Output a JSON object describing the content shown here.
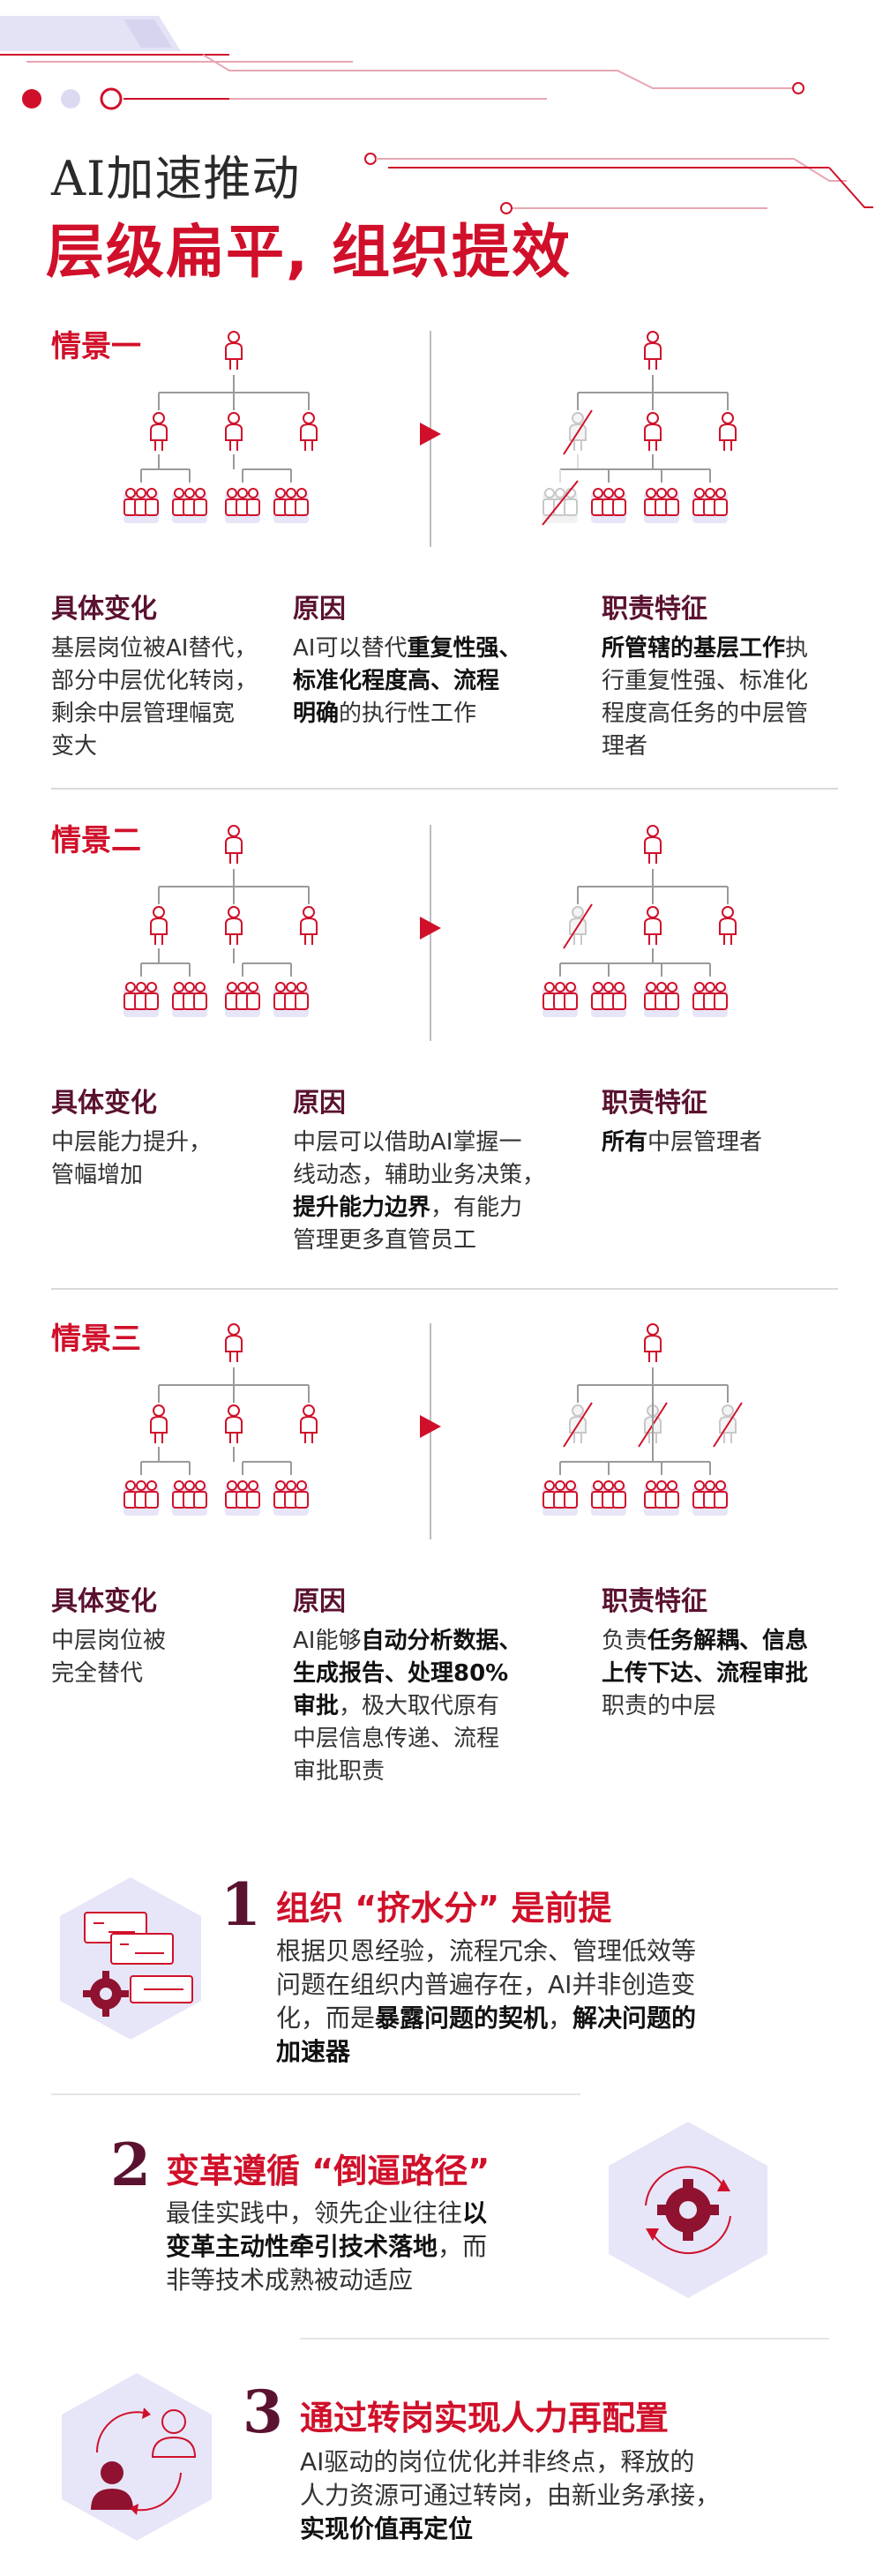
{
  "title": {
    "line1": "AI加速推动",
    "line2": "层级扁平, 组织提效"
  },
  "labels": {
    "change": "具体变化",
    "reason": "原因",
    "duty": "职责特征"
  },
  "scenes": [
    {
      "label": "情景一",
      "change": [
        "基层岗位被AI替代，",
        "部分中层优化转岗，",
        "剩余中层管理幅宽",
        "变大"
      ],
      "reason": [
        [
          {
            "t": "AI可以替代"
          },
          {
            "t": "重复性强、",
            "b": true
          }
        ],
        [
          {
            "t": "标准化程度高、流程",
            "b": true
          }
        ],
        [
          {
            "t": "明确",
            "b": true
          },
          {
            "t": "的执行性工作"
          }
        ]
      ],
      "duty": [
        [
          {
            "t": "所管辖的基层工作",
            "b": true
          },
          {
            "t": "执"
          }
        ],
        [
          {
            "t": "行重复性强、标准化"
          }
        ],
        [
          {
            "t": "程度高任务的中层管"
          }
        ],
        [
          {
            "t": "理者"
          }
        ]
      ]
    },
    {
      "label": "情景二",
      "change": [
        "中层能力提升，",
        "管幅增加"
      ],
      "reason": [
        [
          {
            "t": "中层可以借助AI掌握一"
          }
        ],
        [
          {
            "t": "线动态，辅助业务决策，"
          }
        ],
        [
          {
            "t": "提升能力边界",
            "b": true
          },
          {
            "t": "，有能力"
          }
        ],
        [
          {
            "t": "管理更多直管员工"
          }
        ]
      ],
      "duty": [
        [
          {
            "t": "所有",
            "b": true
          },
          {
            "t": "中层管理者"
          }
        ]
      ]
    },
    {
      "label": "情景三",
      "change": [
        "中层岗位被",
        "完全替代"
      ],
      "reason": [
        [
          {
            "t": "AI能够"
          },
          {
            "t": "自动分析数据、",
            "b": true
          }
        ],
        [
          {
            "t": "生成报告、处理80%",
            "b": true
          }
        ],
        [
          {
            "t": "审批",
            "b": true
          },
          {
            "t": "，极大取代原有"
          }
        ],
        [
          {
            "t": "中层信息传递、流程"
          }
        ],
        [
          {
            "t": "审批职责"
          }
        ]
      ],
      "duty": [
        [
          {
            "t": "负责"
          },
          {
            "t": "任务解耦、信息",
            "b": true
          }
        ],
        [
          {
            "t": "上传下达、流程审批",
            "b": true
          }
        ],
        [
          {
            "t": "职责的中层"
          }
        ]
      ]
    }
  ],
  "sections": [
    {
      "num": "1",
      "head": "组织 “挤水分” 是前提",
      "lines": [
        [
          {
            "t": "根据贝恩经验，流程冗余、管理低效等"
          }
        ],
        [
          {
            "t": "问题在组织内普遍存在，AI并非创造变"
          }
        ],
        [
          {
            "t": "化，而是"
          },
          {
            "t": "暴露问题的契机",
            "b": true
          },
          {
            "t": "，"
          },
          {
            "t": "解决问题的",
            "b": true
          }
        ],
        [
          {
            "t": "加速器",
            "b": true
          }
        ]
      ],
      "icon": "document-gear-icon"
    },
    {
      "num": "2",
      "head": "变革遵循 “倒逼路径”",
      "lines": [
        [
          {
            "t": "最佳实践中，领先企业往往"
          },
          {
            "t": "以",
            "b": true
          }
        ],
        [
          {
            "t": "变革主动性牵引技术落地",
            "b": true
          },
          {
            "t": "，而"
          }
        ],
        [
          {
            "t": "非等技术成熟被动适应"
          }
        ]
      ],
      "icon": "cycle-gear-icon"
    },
    {
      "num": "3",
      "head": "通过转岗实现人力再配置",
      "lines": [
        [
          {
            "t": "AI驱动的岗位优化并非终点，释放的"
          }
        ],
        [
          {
            "t": "人力资源可通过转岗，由新业务承接，"
          }
        ],
        [
          {
            "t": "实现价值再定位",
            "b": true
          }
        ]
      ],
      "icon": "people-exchange-icon"
    }
  ],
  "colors": {
    "accent": "#d0102a",
    "dark": "#5a1230",
    "lavender": "#e7e6f8"
  }
}
